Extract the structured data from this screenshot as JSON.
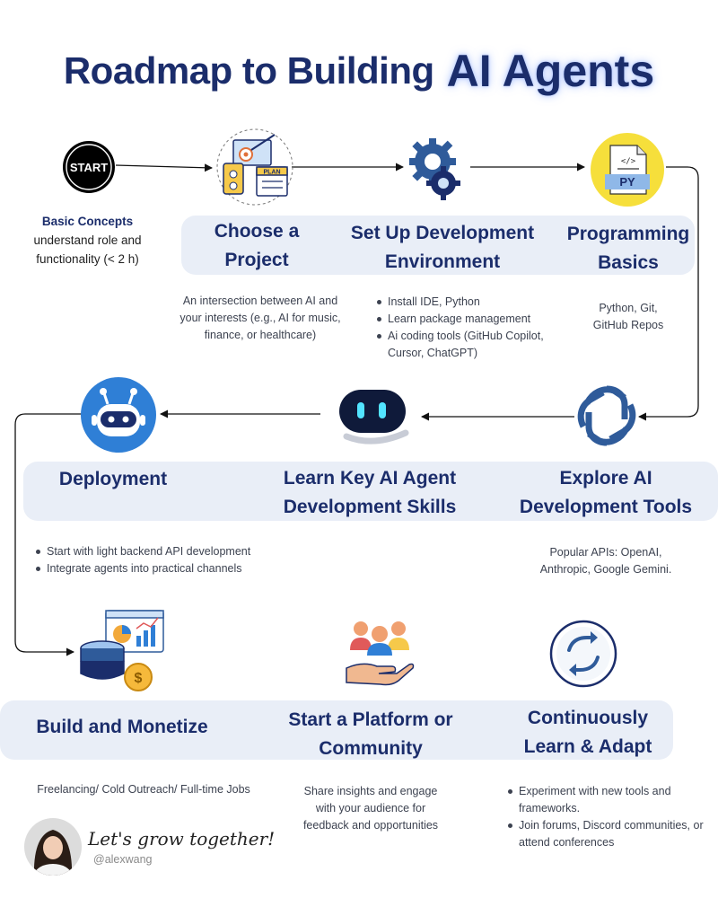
{
  "title": {
    "part1": "Roadmap to Building",
    "part2": "AI Agents"
  },
  "start": {
    "badge": "START",
    "heading": "Basic Concepts",
    "line1": "understand role and",
    "line2": "functionality (< 2 h)"
  },
  "stages": [
    {
      "title1": "Choose a",
      "title2": "Project",
      "desc": [
        "An intersection between AI and",
        "your interests (e.g., AI for music,",
        "finance, or healthcare)"
      ]
    },
    {
      "title1": "Set Up Development",
      "title2": "Environment",
      "bullets": [
        "Install IDE, Python",
        "Learn package management",
        "Ai coding tools (GitHub Copilot, Cursor, ChatGPT)"
      ]
    },
    {
      "title1": "Programming",
      "title2": "Basics",
      "desc": [
        "Python, Git,",
        "GitHub Repos"
      ],
      "icon_text": "PY"
    },
    {
      "title1": "Explore AI",
      "title2": "Development Tools",
      "desc": [
        "Popular APIs: OpenAI,",
        "Anthropic, Google Gemini."
      ]
    },
    {
      "title1": "Learn Key AI Agent",
      "title2": "Development Skills"
    },
    {
      "title1": "Deployment",
      "bullets": [
        "Start with light backend API development",
        "Integrate agents into practical channels"
      ]
    },
    {
      "title1": "Build and Monetize",
      "desc": [
        "Freelancing/ Cold Outreach/ Full-time Jobs"
      ]
    },
    {
      "title1": "Start a Platform or",
      "title2": "Community",
      "desc": [
        "Share insights and engage",
        "with your audience for",
        "feedback and opportunities"
      ]
    },
    {
      "title1": "Continuously",
      "title2": "Learn & Adapt",
      "bullets": [
        "Experiment with new tools and frameworks.",
        "Join forums, Discord communities, or attend conferences"
      ]
    }
  ],
  "footer": {
    "tagline": "Let's grow together!",
    "handle": "@alexwang"
  },
  "colors": {
    "navy": "#1b2d6b",
    "band": "#e9eef7",
    "blue": "#2f5b9a",
    "lightblue": "#cfe2f7",
    "yellow": "#f6df3b"
  }
}
